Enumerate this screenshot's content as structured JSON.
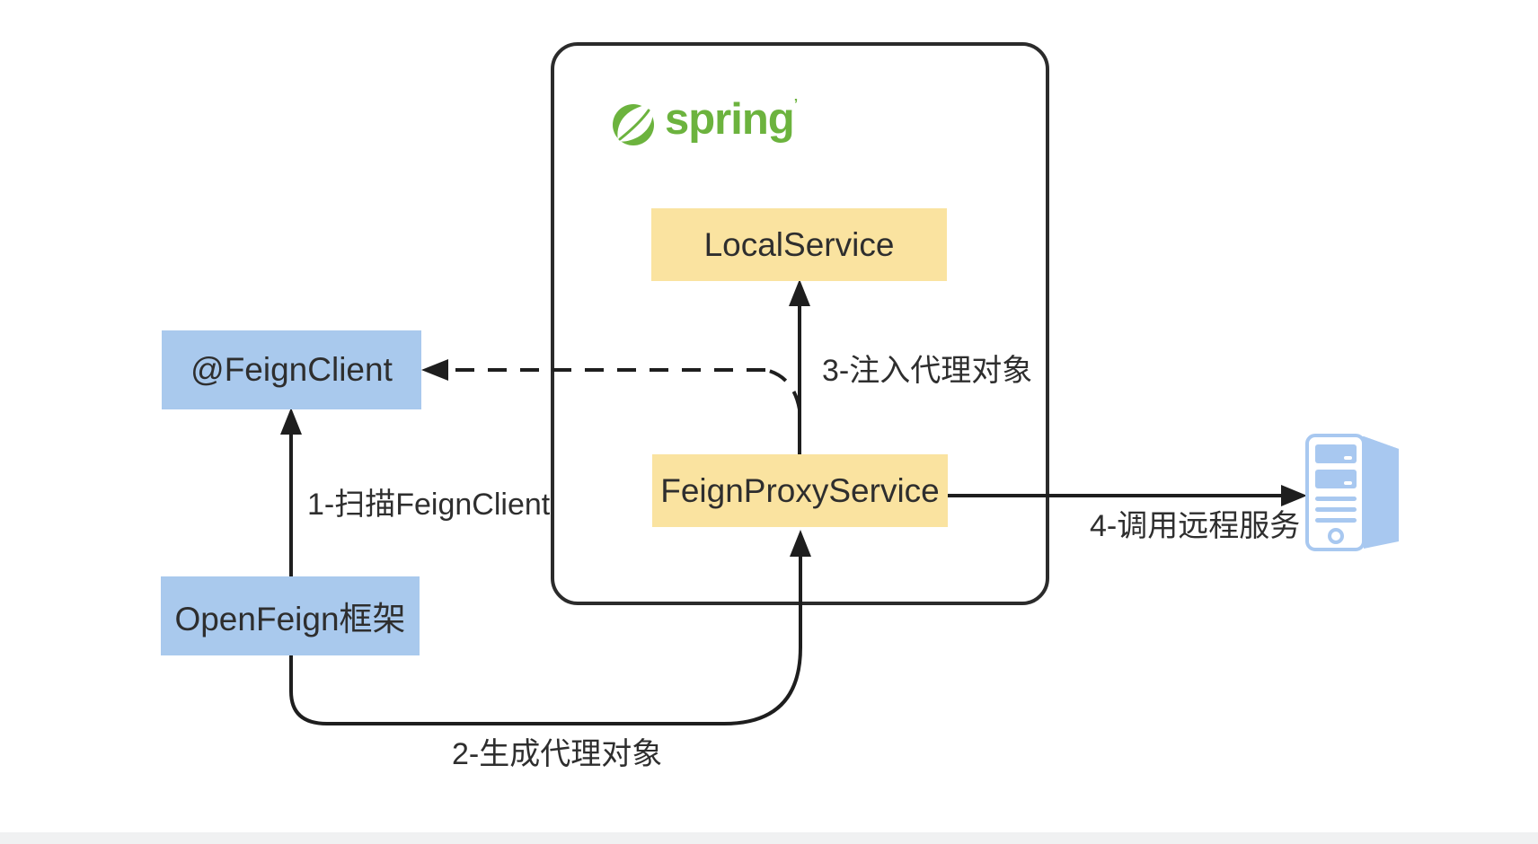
{
  "title": "OpenFeign 与 Spring 集成流程图",
  "colors": {
    "bg": "#ffffff",
    "ink": "#2d2d2d",
    "line": "#1e1e1e",
    "box_yellow": "#fae3a0",
    "box_blue": "#a9c9ed",
    "spring_green": "#6cb33e",
    "server_blue": "#a8c8f0",
    "strip": "#f0f1f2"
  },
  "spring": {
    "logo_text": "spring",
    "logo_mark": "’"
  },
  "boxes": {
    "local_service": {
      "label": "LocalService"
    },
    "feign_proxy_service": {
      "label": "FeignProxyService"
    },
    "feign_client": {
      "label": "@FeignClient"
    },
    "open_feign": {
      "label": "OpenFeign框架"
    }
  },
  "arrows": {
    "step1": {
      "label": "1-扫描FeignClient"
    },
    "step2": {
      "label": "2-生成代理对象"
    },
    "step3": {
      "label": "3-注入代理对象"
    },
    "step4": {
      "label": "4-调用远程服务"
    }
  },
  "icons": {
    "spring_logo": "spring-leaf-icon",
    "remote_server": "server-icon"
  }
}
